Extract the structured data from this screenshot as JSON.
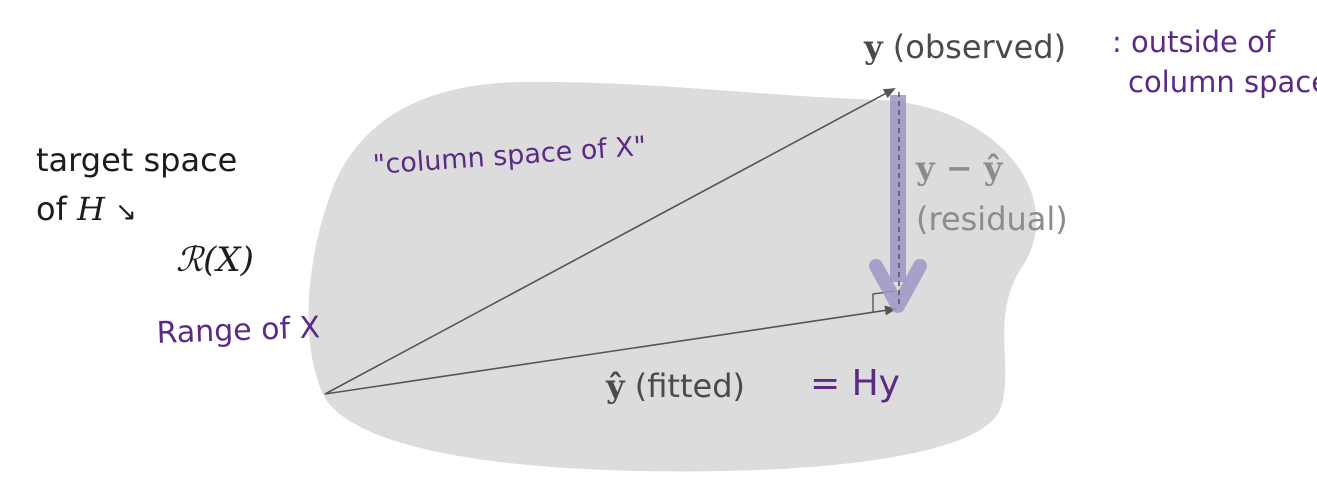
{
  "labels": {
    "target_space_line1": "target space",
    "target_space_of": "of",
    "target_space_H": "H",
    "target_space_arrow": "↘",
    "range_R": "ℛ",
    "range_paren": "(X)",
    "y_symbol": "y",
    "y_text": "(observed)",
    "yhat_symbol": "ŷ",
    "yhat_text": "(fitted)",
    "residual_symbol": "y − ŷ",
    "residual_text": "(residual)"
  },
  "handwritten": {
    "column_space": "\"column space of X\"",
    "range_of_x": "Range of X",
    "outside_line1": ": outside of",
    "outside_line2": "column space",
    "hy": "= Hy"
  },
  "colors": {
    "region_fill": "#dcdcdc",
    "vector_stroke": "#555555",
    "residual_arrow": "#9b96c4",
    "handwriting": "#5b2a86",
    "text_dark": "#1c1c1c",
    "text_mid": "#4a4a4a",
    "text_light": "#8c8c8c"
  }
}
